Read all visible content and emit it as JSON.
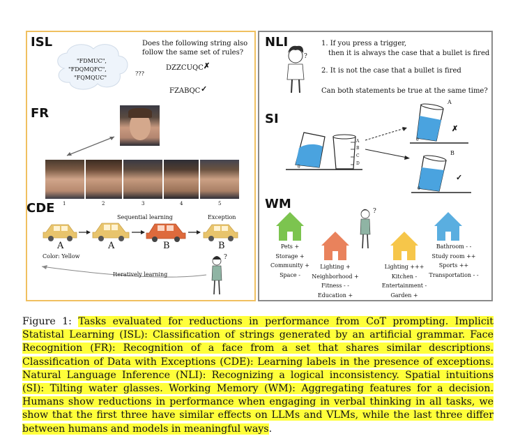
{
  "isl": {
    "label": "ISL",
    "cloud_strings": [
      "\"FDMUC\",",
      "\"FDQMQFC\",",
      "\"FQMQUC\""
    ],
    "question_line1": "Does the following string also",
    "question_line2": "follow the same set of rules?",
    "unknown": "???",
    "string1": "DZZCUQC",
    "mark1": "✗",
    "string2": "FZABQC",
    "mark2": "✓"
  },
  "fr": {
    "label": "FR",
    "numbers": [
      "1",
      "2",
      "3",
      "4",
      "5"
    ]
  },
  "cde": {
    "label": "CDE",
    "sequential_learning": "Sequential learning",
    "exception": "Exception",
    "car_labels": [
      "A",
      "A",
      "B",
      "B"
    ],
    "color_note": "Color: Yellow",
    "iterative": "Iteratively learning",
    "thought_mark": "?"
  },
  "nli": {
    "label": "NLI",
    "item1_line1": "1. If you press a trigger,",
    "item1_line2": "then it is always  the case that a bullet is fired",
    "item2": "2. It is not the case that a bullet is fired",
    "question": "Can both statements be true at the same time?",
    "thought_mark": "?"
  },
  "si": {
    "label": "SI",
    "marks": [
      "A",
      "B",
      "C",
      "D"
    ],
    "glass_a_label": "A",
    "glass_b_label": "B",
    "theta": "θ",
    "result_a": "✗",
    "result_b": "✓"
  },
  "wm": {
    "label": "WM",
    "thought_mark": "?",
    "houses": [
      {
        "color": "#7cc44f",
        "features": [
          "Pets +",
          "Storage +",
          "Community +",
          "Space -"
        ]
      },
      {
        "color": "#e9825c",
        "features": [
          "Lighting +",
          "Neighborhood +",
          "Fitness - -",
          "Education +"
        ]
      },
      {
        "color": "#f6c64a",
        "features": [
          "Lighting +++",
          "Kitchen -",
          "Entertainment -",
          "Garden +"
        ]
      },
      {
        "color": "#5aaee0",
        "features": [
          "Bathroom - -",
          "Study room ++",
          "Sports ++",
          "Transportation - -"
        ]
      }
    ]
  },
  "caption": {
    "prefix": "Figure 1: ",
    "text": "Tasks evaluated for reductions in performance from CoT prompting.  Implicit Statistal Learning (ISL): Classification of strings generated by an artificial grammar. Face Recognition (FR): Recognition of a face from a set that shares similar descriptions.  Classification of Data with Exceptions (CDE): Learning labels in the presence of exceptions. Natural Language Inference (NLI): Recognizing a logical inconsistency. Spatial intuitions (SI): Tilting water glasses. Working Memory (WM): Aggregating features for a decision. Humans show reductions in performance when engaging in verbal thinking in all tasks, we show that the first three have similar effects on LLMs and VLMs, while the last three differ between humans and models in meaningful ways",
    "suffix": "."
  }
}
